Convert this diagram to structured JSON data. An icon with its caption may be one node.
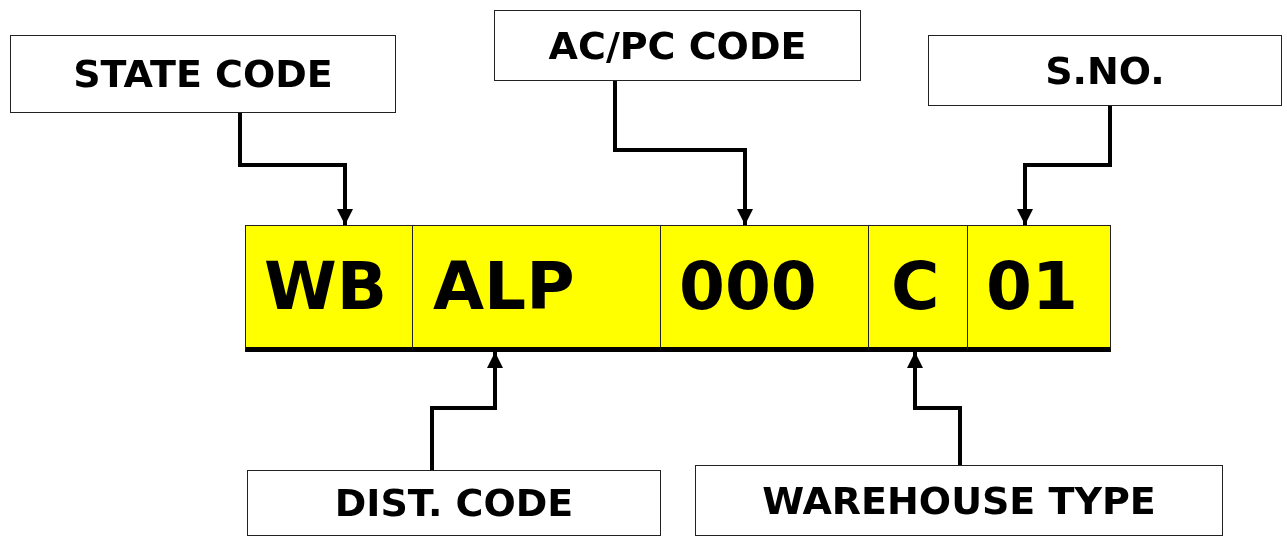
{
  "diagram": {
    "nodes": [
      {
        "text": [
          "STATE CODE"
        ]
      },
      {
        "text": [
          "AC/PC CODE"
        ]
      },
      {
        "text": [
          "S.NO."
        ]
      },
      {
        "text": [
          "WB"
        ]
      },
      {
        "text": [
          "ALP"
        ]
      },
      {
        "text": [
          "000"
        ]
      },
      {
        "text": [
          "C"
        ]
      },
      {
        "text": [
          "01"
        ]
      },
      {
        "text": [
          "DIST. CODE"
        ]
      },
      {
        "text": [
          "WAREHOUSE TYPE"
        ]
      }
    ],
    "edges": [
      {
        "from": 0,
        "to": 3,
        "arrow": "to"
      },
      {
        "from": 1,
        "to": 5,
        "arrow": "to"
      },
      {
        "from": 2,
        "to": 7,
        "arrow": "to"
      },
      {
        "from": 8,
        "to": 4,
        "arrow": "to"
      },
      {
        "from": 9,
        "to": 6,
        "arrow": "to"
      }
    ]
  }
}
